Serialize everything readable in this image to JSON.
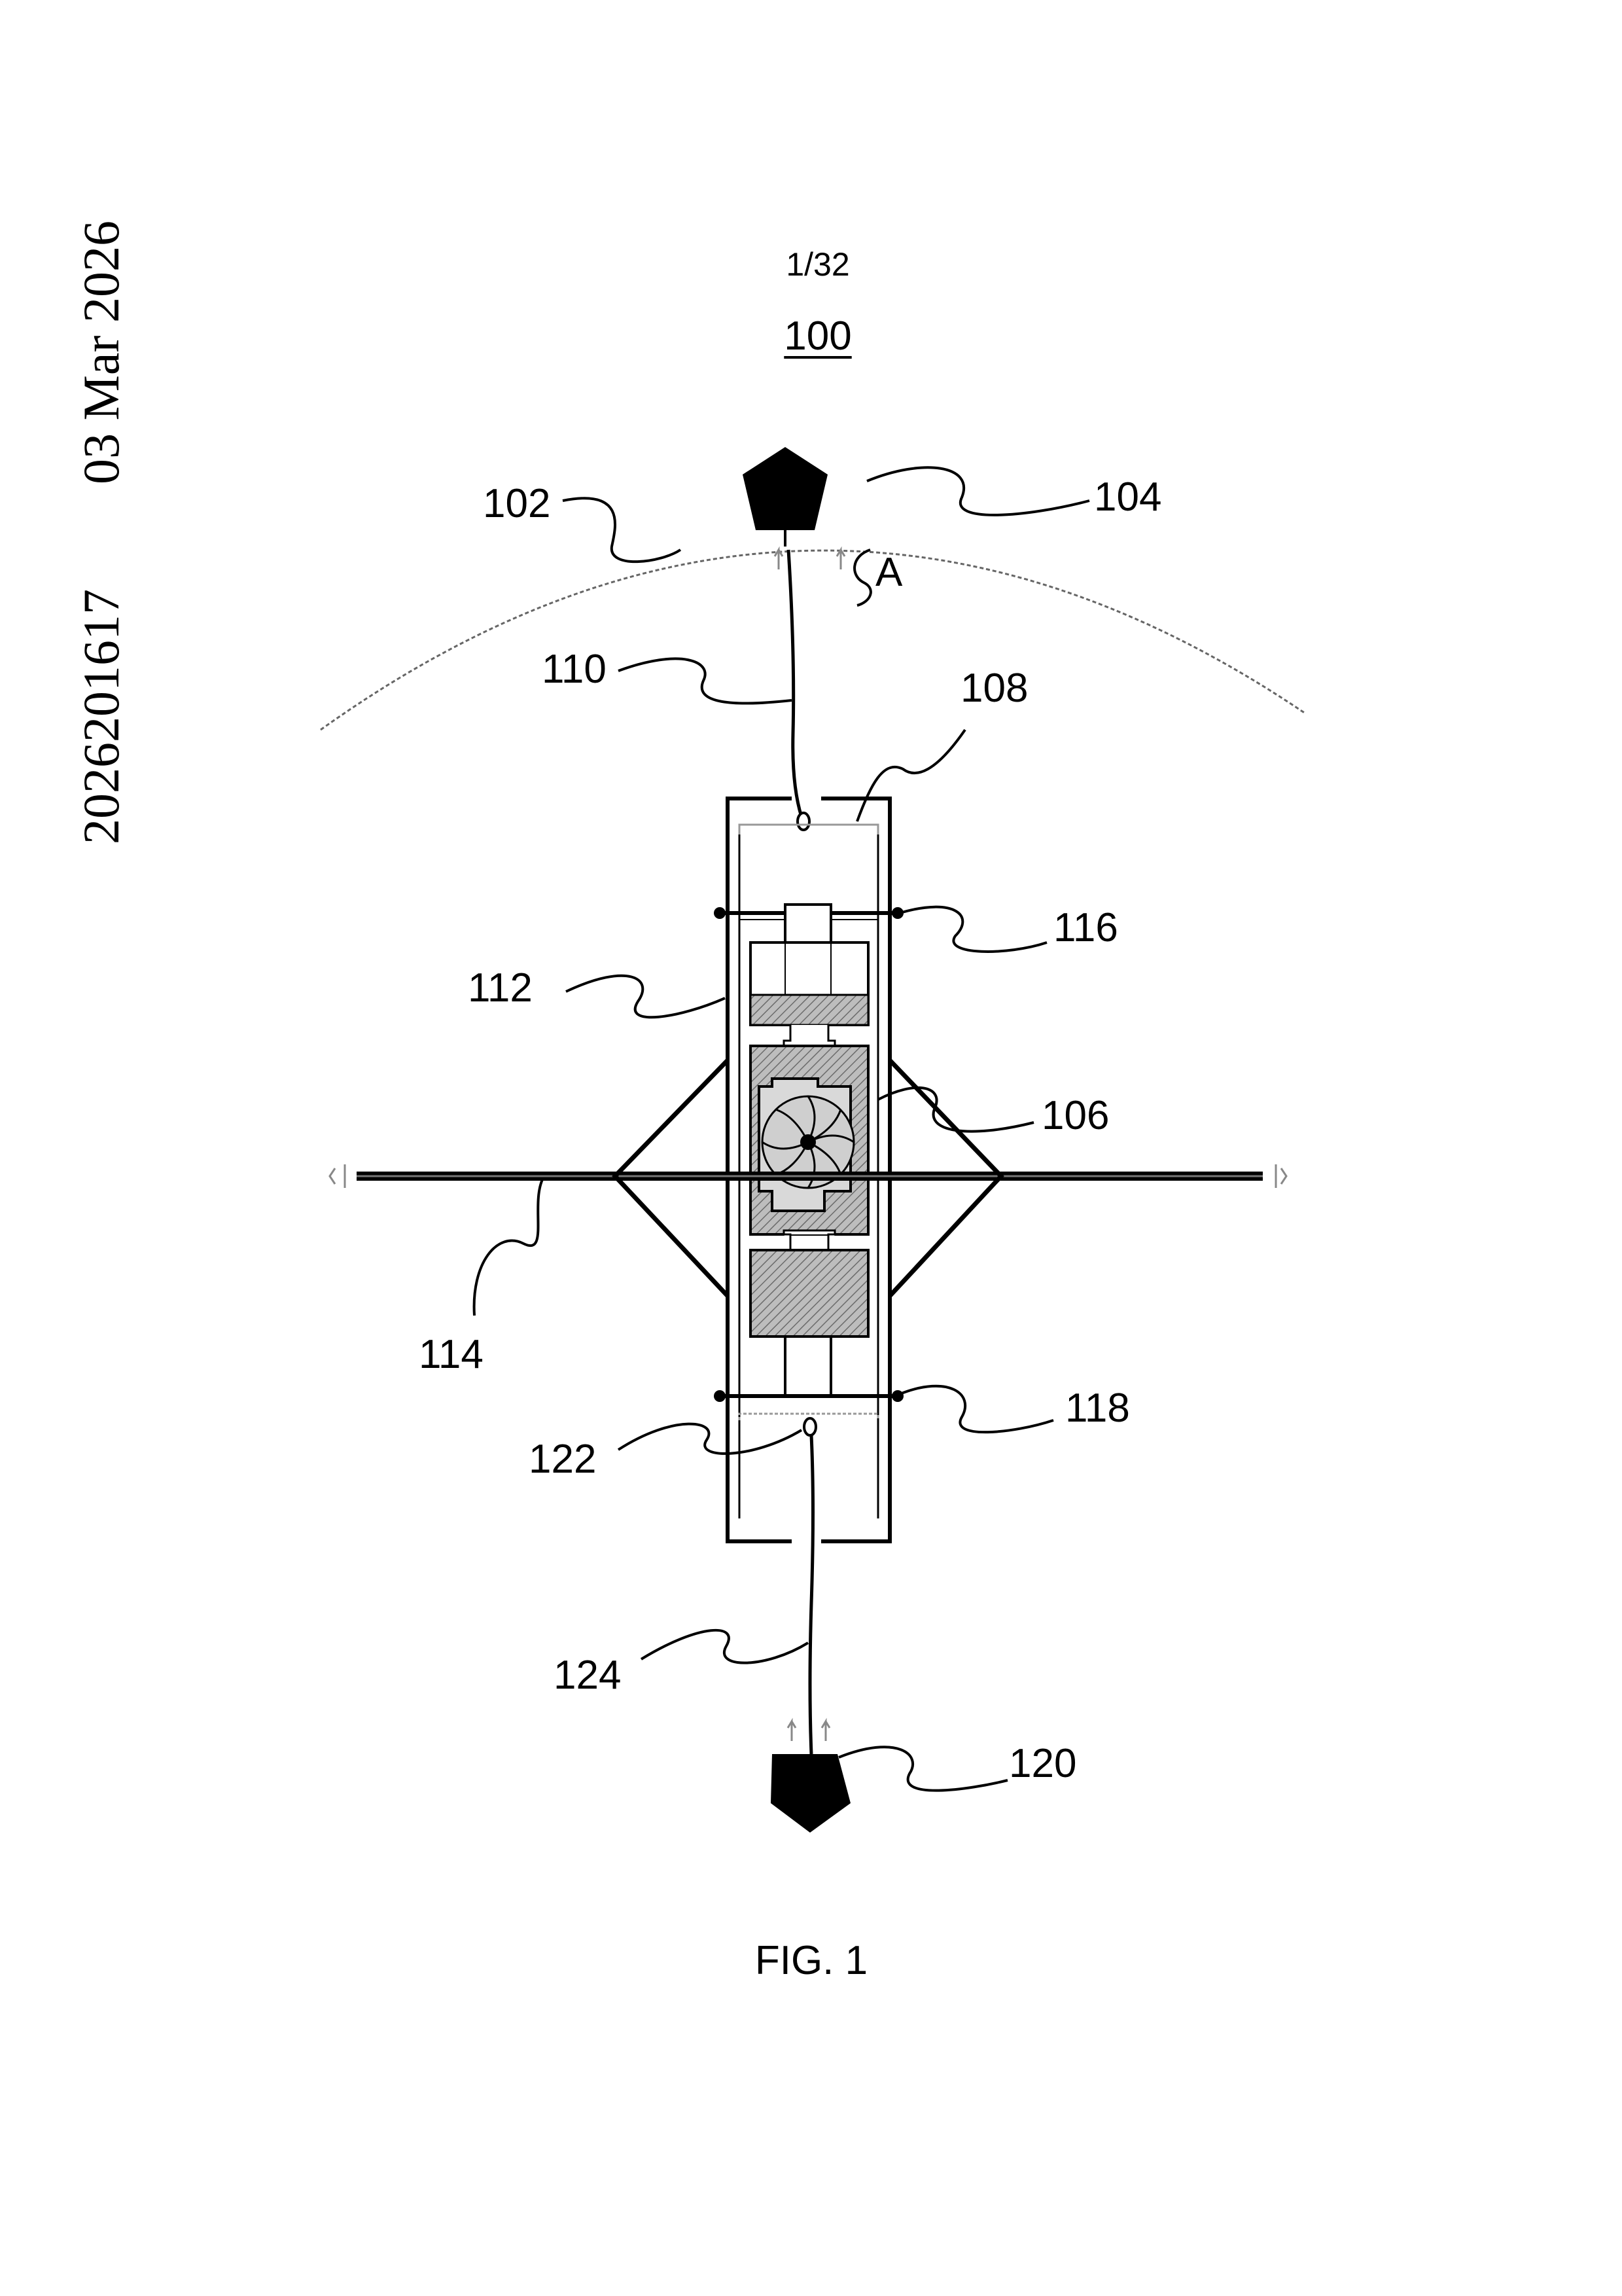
{
  "side_margin": {
    "date": "03 Mar 2026",
    "application_number": "2026201617"
  },
  "page_number": "1/32",
  "figure_reference": "100",
  "figure_caption": "FIG. 1",
  "labels": {
    "l102": "102",
    "l104": "104",
    "lA": "A",
    "l110": "110",
    "l108": "108",
    "l116": "116",
    "l112": "112",
    "l106": "106",
    "l114": "114",
    "l118": "118",
    "l122": "122",
    "l124": "124",
    "l120": "120"
  }
}
